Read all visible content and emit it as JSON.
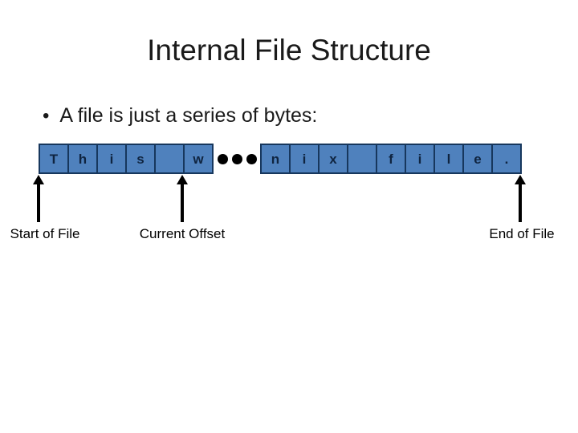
{
  "slide": {
    "title": "Internal File Structure",
    "bullet_marker": "•",
    "bullet_text": "A file is just a series of bytes:"
  },
  "byte_strip": {
    "cells_before_ellipsis": [
      "T",
      "h",
      "i",
      "s",
      "",
      "w"
    ],
    "ellipsis_dot_count": 3,
    "cells_after_ellipsis": [
      "n",
      "i",
      "x",
      "",
      "f",
      "i",
      "l",
      "e",
      "."
    ],
    "cell_fill_color": "#4f81bd",
    "cell_border_color": "#17375d",
    "dot_color": "#000000"
  },
  "markers": {
    "start": {
      "label": "Start of File"
    },
    "current": {
      "label": "Current Offset"
    },
    "end": {
      "label": "End of File"
    }
  }
}
